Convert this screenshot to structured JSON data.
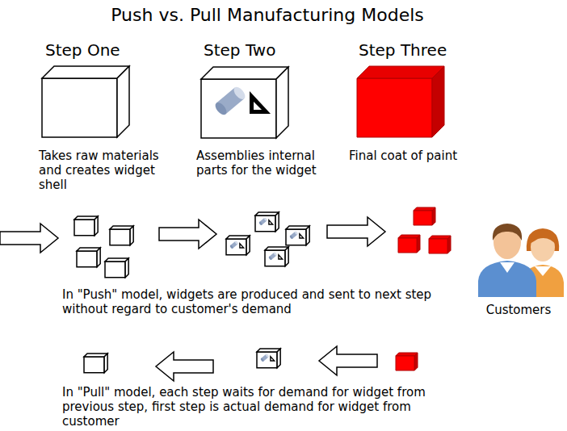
{
  "diagram": {
    "title": "Push vs. Pull Manufacturing Models",
    "nodes": [
      {
        "text": [
          "Step One",
          "Takes raw materials and creates widget shell"
        ]
      },
      {
        "text": [
          "Step Two",
          "Assemblies internal parts for the widget"
        ]
      },
      {
        "text": [
          "Step Three",
          "Final coat of paint"
        ]
      },
      {
        "text": [
          "Customers"
        ]
      }
    ],
    "labels": [
      "In \"Push\" model, widgets are produced and sent to next step without regard to customer's demand",
      "In \"Pull\" model, each step waits for demand for widget from previous step, first step is actual demand for widget from customer"
    ]
  }
}
